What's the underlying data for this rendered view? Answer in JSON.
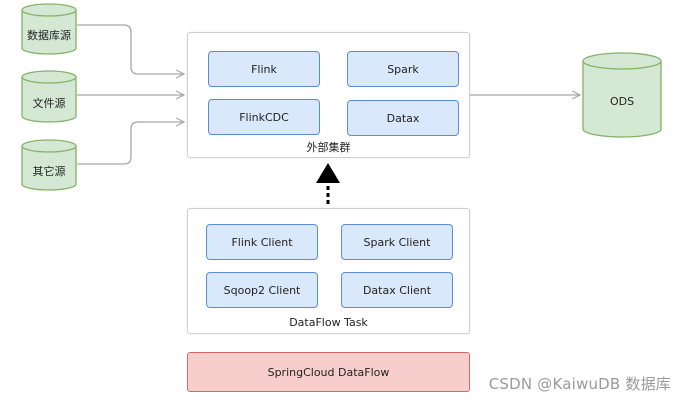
{
  "sources": {
    "db_label": "数据库源",
    "file_label": "文件源",
    "other_label": "其它源"
  },
  "cluster": {
    "caption": "外部集群",
    "nodes": [
      "Flink",
      "Spark",
      "FlinkCDC",
      "Datax"
    ]
  },
  "target": {
    "label": "ODS"
  },
  "task": {
    "caption": "DataFlow Task",
    "clients": [
      "Flink Client",
      "Spark Client",
      "Sqoop2 Client",
      "Datax Client"
    ]
  },
  "platform": {
    "label": "SpringCloud DataFlow"
  },
  "watermark": "CSDN @KaiwuDB 数据库",
  "colors": {
    "cylinder_fill": "#d5e8d4",
    "cylinder_stroke": "#82b366",
    "node_fill": "#dae8fc",
    "node_stroke": "#5b8dd6",
    "platform_fill": "#f8cecc",
    "platform_stroke": "#d36b6b",
    "connector": "#a6a6a6"
  }
}
